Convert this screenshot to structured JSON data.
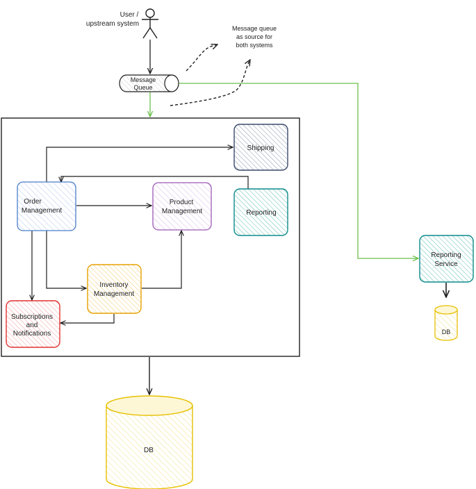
{
  "actor": {
    "line1": "User /",
    "line2": "upstream system"
  },
  "queue": {
    "line1": "Message",
    "line2": "Queue"
  },
  "note": {
    "line1": "Message queue",
    "line2": "as source for",
    "line3": "both systems"
  },
  "order": {
    "line1": "Order",
    "line2": "Management"
  },
  "product": {
    "line1": "Product",
    "line2": "Management"
  },
  "shipping": {
    "label": "Shipping"
  },
  "reporting": {
    "label": "Reporting"
  },
  "inventory": {
    "line1": "Inventory",
    "line2": "Management"
  },
  "subs": {
    "line1": "Subscriptions",
    "line2": "and",
    "line3": "Notifications"
  },
  "reporting_service": {
    "line1": "Reporting",
    "line2": "Service"
  },
  "db_main": {
    "label": "DB"
  },
  "db_small": {
    "label": "DB"
  },
  "colors": {
    "order": "#4a7dc9",
    "product": "#9b59b6",
    "shipping": "#3b4a6b",
    "reporting": "#0f8a8a",
    "inventory": "#e6a100",
    "subs": "#e03131",
    "service": "#0f8a8a",
    "db": "#e6c000",
    "green_line": "#6abf4b"
  }
}
